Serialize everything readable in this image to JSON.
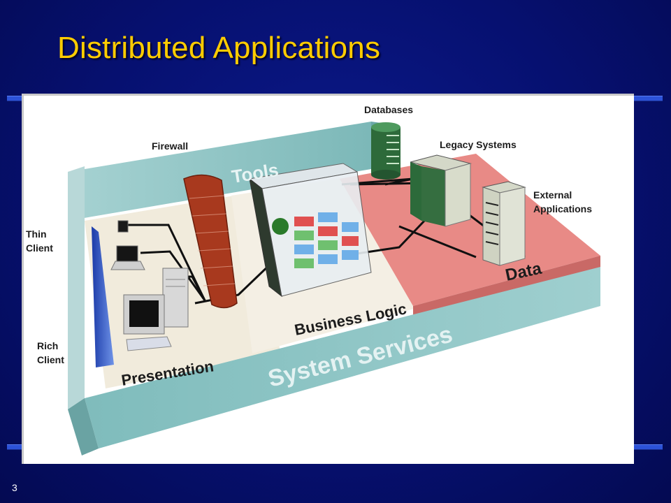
{
  "slide": {
    "title": "Distributed Applications",
    "number": "3"
  },
  "diagram": {
    "labels": {
      "databases": "Databases",
      "firewall": "Firewall",
      "legacy_systems": "Legacy Systems",
      "external_1": "External",
      "external_2": "Applications",
      "tools": "Tools",
      "thin_1": "Thin",
      "thin_2": "Client",
      "rich_1": "Rich",
      "rich_2": "Client",
      "business_logic": "Business Logic",
      "data": "Data",
      "presentation": "Presentation",
      "system_services": "System Services"
    },
    "colors": {
      "teal": "#8fc4c4",
      "teal_dark": "#5aa0a0",
      "floor": "#efe9dc",
      "data_zone": "#e88a86",
      "firewall": "#a83820"
    }
  }
}
